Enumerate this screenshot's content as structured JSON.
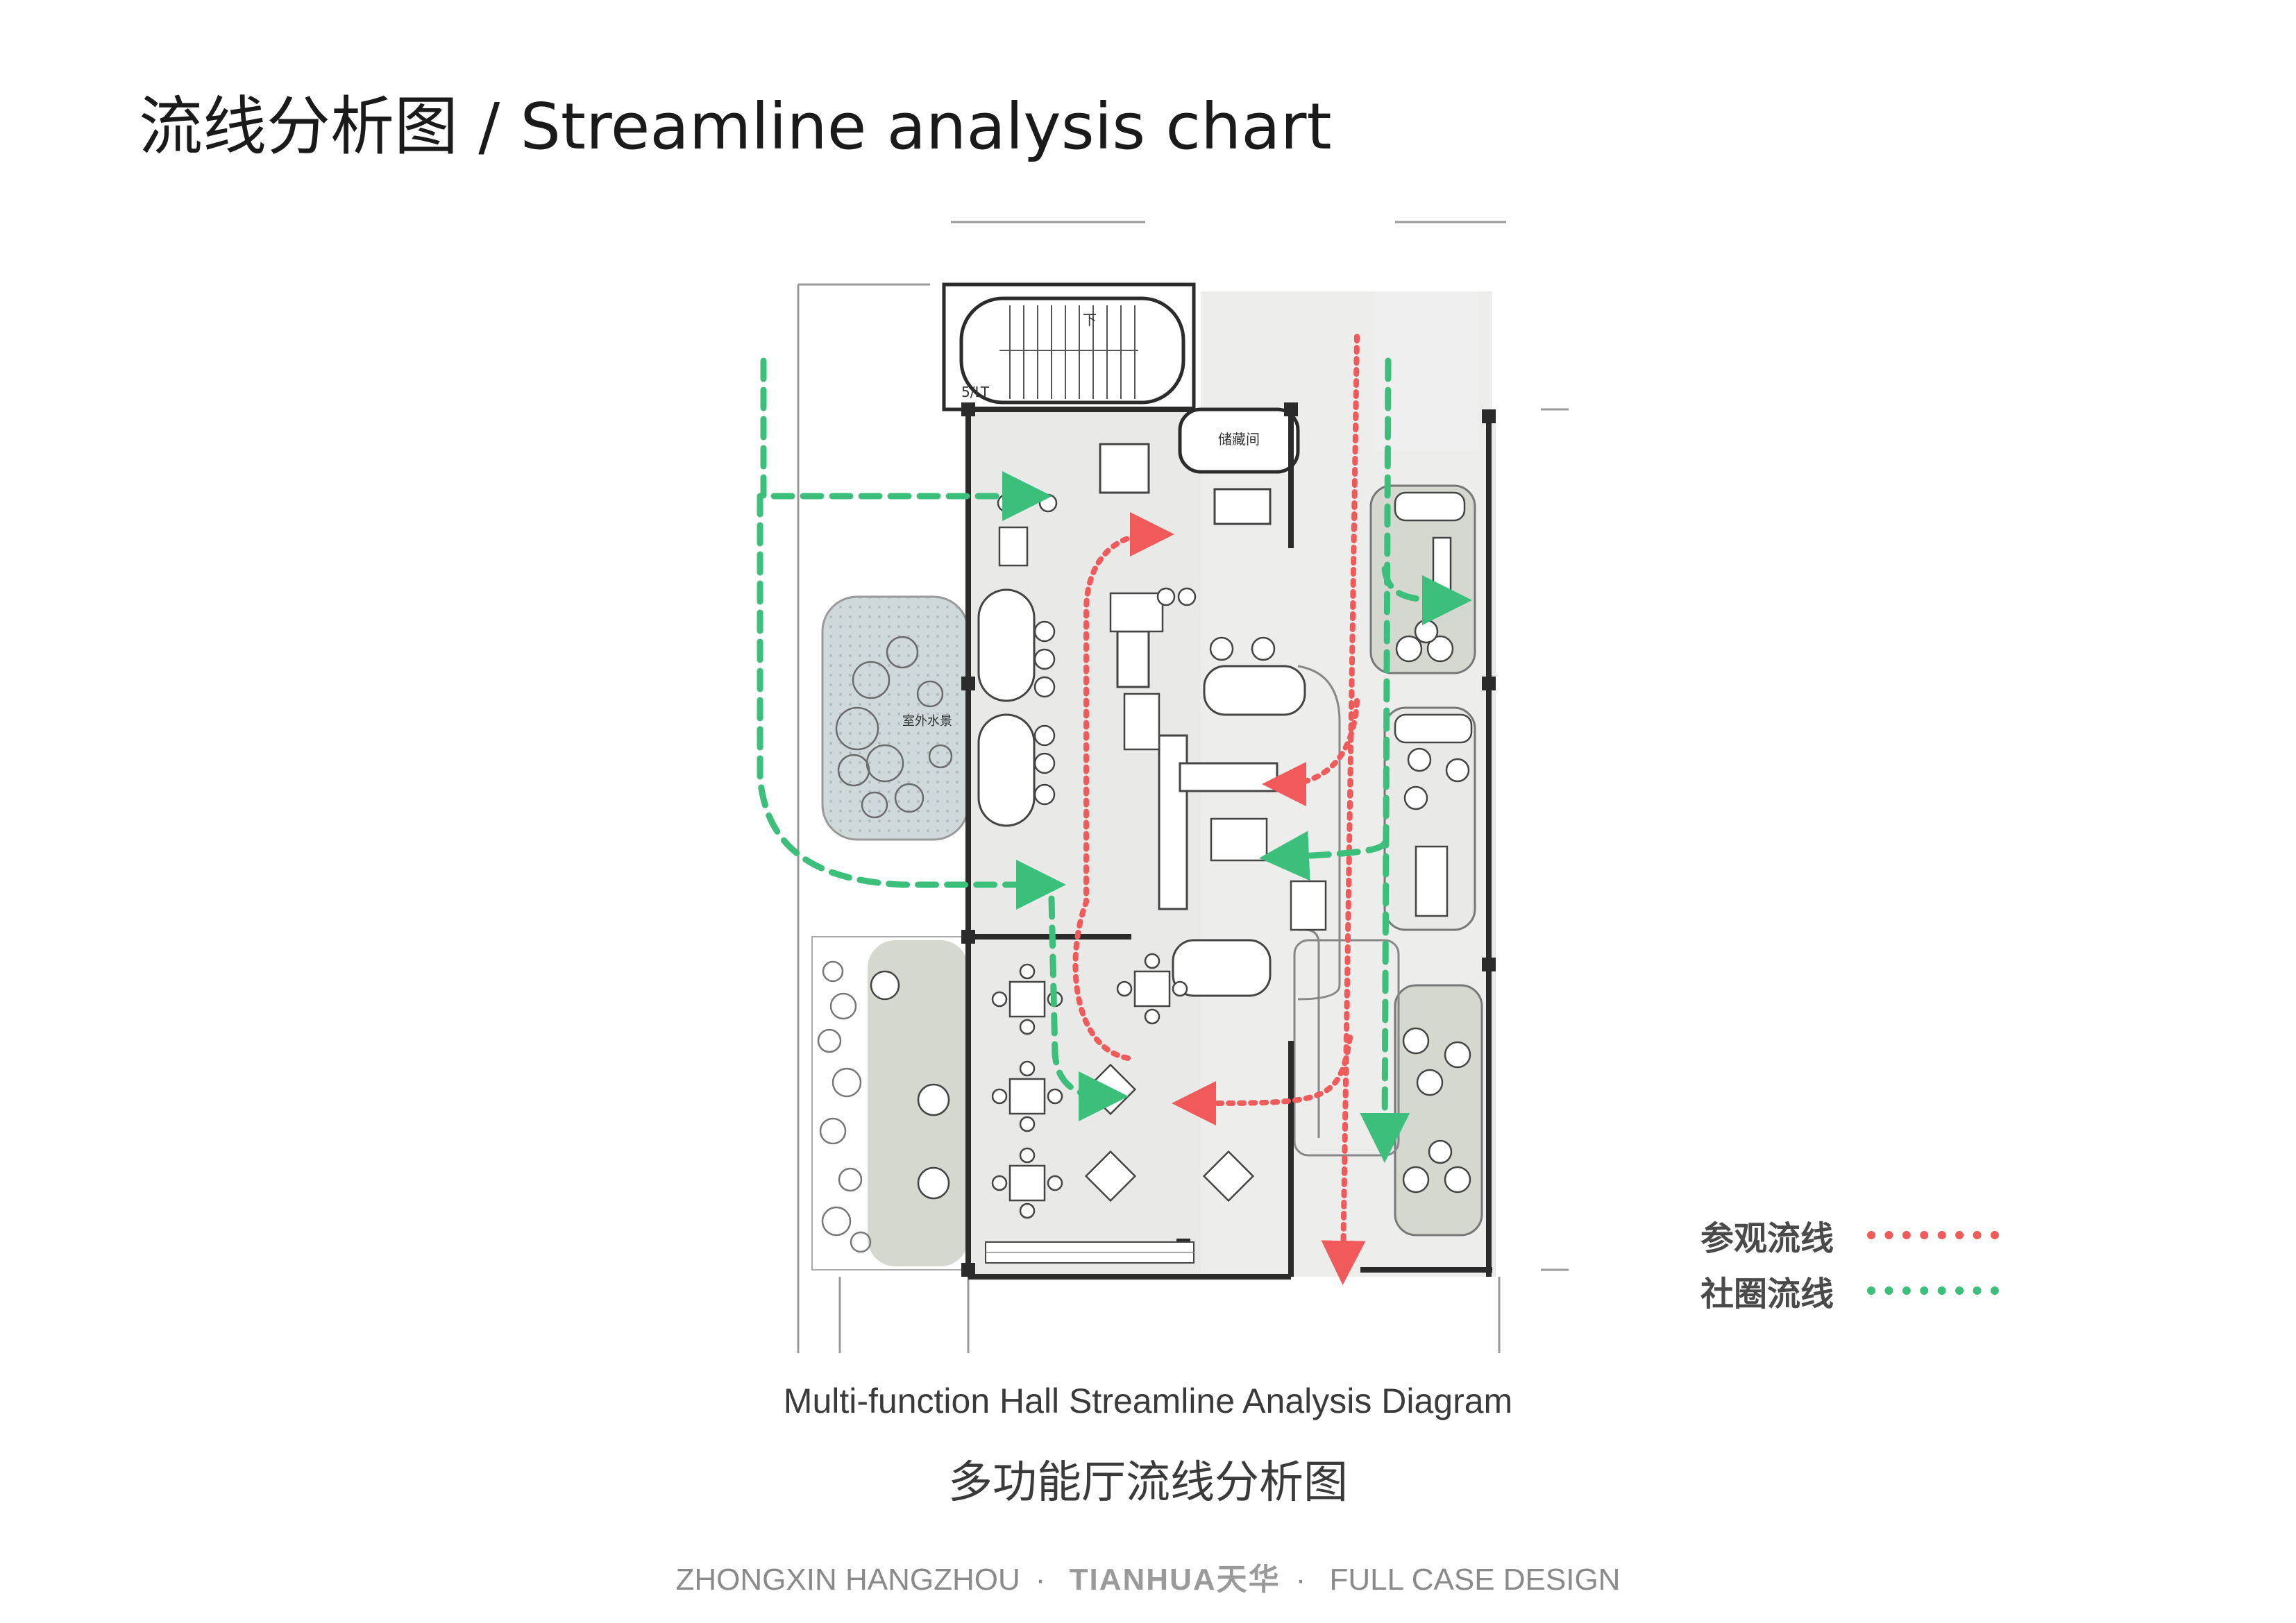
{
  "title": "流线分析图 / Streamline analysis chart",
  "plan": {
    "room_labels": {
      "waterscape": "室外水景",
      "storage": "储藏间",
      "stair_down": "下",
      "stair_up": "5/LT"
    }
  },
  "legend": [
    {
      "label": "参观流线",
      "color": "#f05a5a"
    },
    {
      "label": "社圈流线",
      "color": "#3cbf7a"
    }
  ],
  "caption": {
    "en": "Multi-function Hall Streamline Analysis Diagram",
    "cn": "多功能厅流线分析图"
  },
  "footer": {
    "left": "ZHONGXIN HANGZHOU",
    "brand": "TIANHUA天华",
    "right": "FULL CASE DESIGN"
  },
  "colors": {
    "visit_flow": "#f05a5a",
    "social_flow": "#3cbf7a",
    "floor": "#e9e9e7",
    "room_fill": "#d5d8cf",
    "wall": "#2b2b2b"
  }
}
